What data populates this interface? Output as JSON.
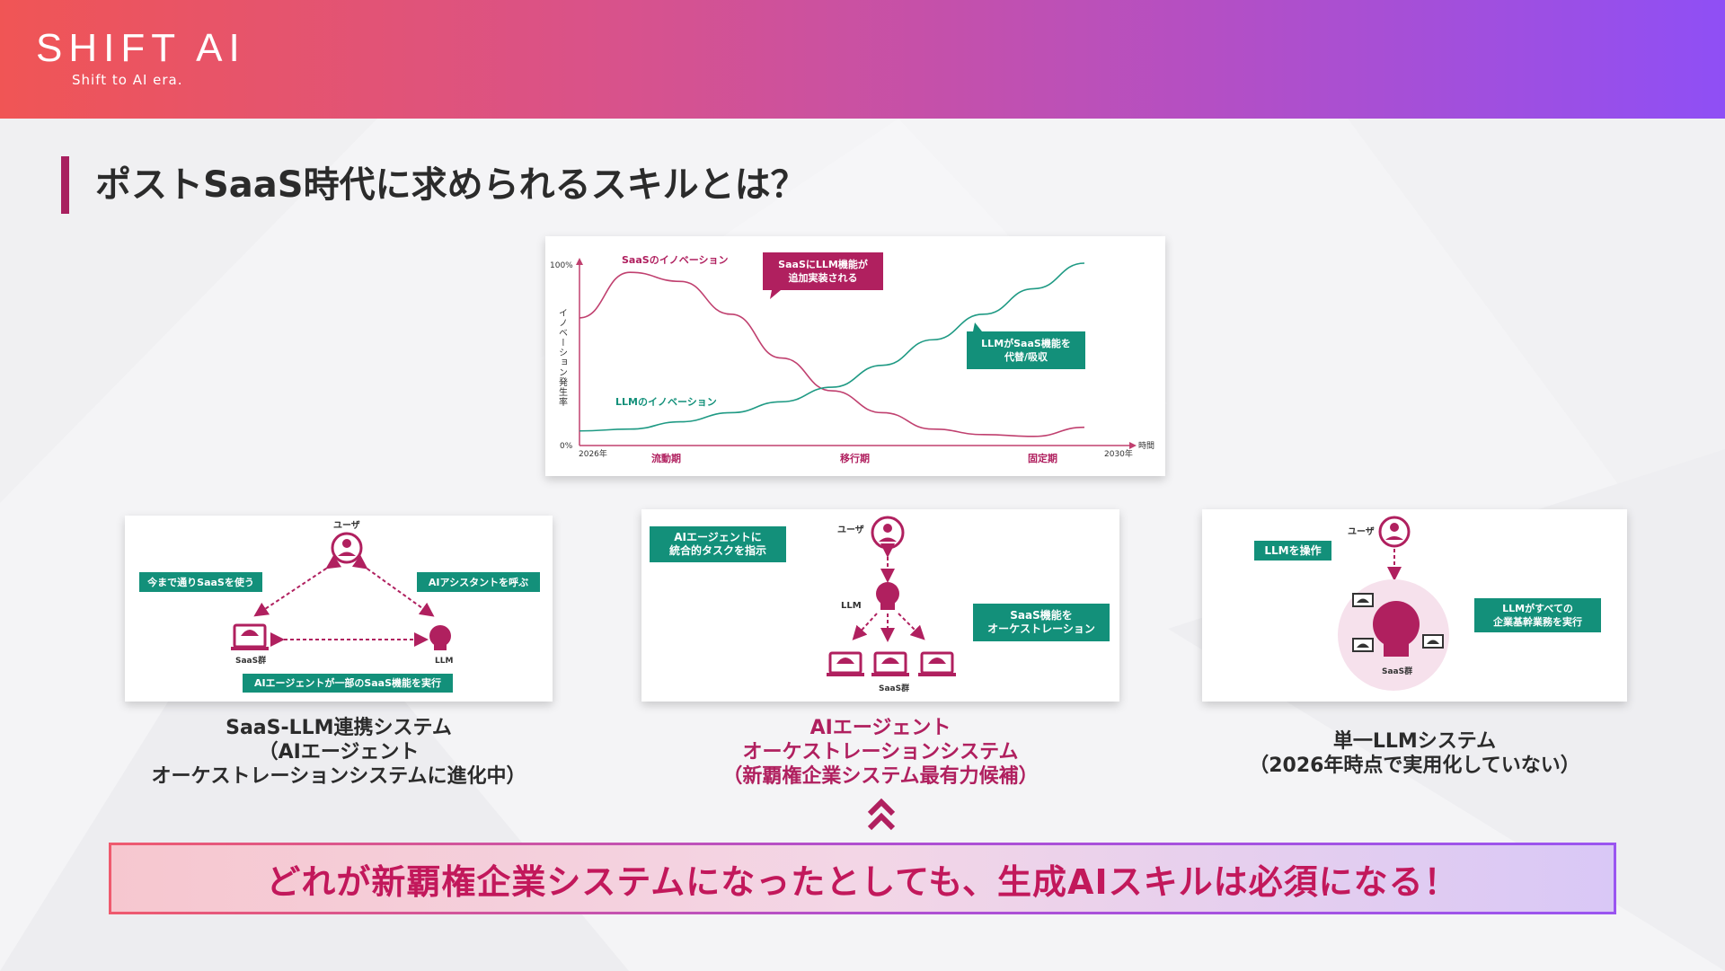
{
  "header": {
    "logo_main": "SHIFT AI",
    "logo_sub": "Shift to AI era."
  },
  "page_title": "ポストSaaS時代に求められるスキルとは？",
  "chart_data": {
    "type": "line",
    "title": "",
    "ylabel": "イノベーション発生率",
    "xlabel": "時間",
    "y_ticks": [
      "100%",
      "0%"
    ],
    "x_start_label": "2026年",
    "x_end_label": "2030年",
    "phases": [
      "流動期",
      "移行期",
      "固定期"
    ],
    "series": [
      {
        "name": "SaaSのイノベーション",
        "x": [
          0,
          0.1,
          0.2,
          0.3,
          0.4,
          0.5,
          0.6,
          0.7,
          0.8,
          0.9,
          1.0
        ],
        "values": [
          70,
          95,
          90,
          72,
          48,
          30,
          18,
          9,
          6,
          5,
          10
        ]
      },
      {
        "name": "LLMのイノベーション",
        "x": [
          0,
          0.1,
          0.2,
          0.3,
          0.4,
          0.5,
          0.6,
          0.7,
          0.8,
          0.9,
          1.0
        ],
        "values": [
          8,
          9,
          13,
          18,
          24,
          32,
          44,
          58,
          72,
          86,
          100
        ]
      }
    ],
    "ylim": [
      0,
      100
    ],
    "callouts": {
      "saas": "SaaSにLLM機能が\n追加実装される",
      "llm": "LLMがSaaS機能を\n代替/吸収"
    }
  },
  "colors": {
    "accent": "#b0205f",
    "green": "#13907a"
  },
  "diagram1": {
    "user": "ユーザ",
    "left_box": "今まで通りSaaSを使う",
    "right_box": "AIアシスタントを呼ぶ",
    "saas_label": "SaaS群",
    "llm_label": "LLM",
    "bottom_box": "AIエージェントが一部のSaaS機能を実行"
  },
  "diagram2": {
    "top_box": "AIエージェントに\n統合的タスクを指示",
    "user": "ユーザ",
    "llm_label": "LLM",
    "right_box": "SaaS機能を\nオーケストレーション",
    "saas_label": "SaaS群"
  },
  "diagram3": {
    "left_box": "LLMを操作",
    "user": "ユーザ",
    "right_box": "LLMがすべての\n企業基幹業務を実行",
    "saas_label": "SaaS群"
  },
  "captions": {
    "c1": [
      "SaaS-LLM連携システム",
      "（AIエージェント",
      "オーケストレーションシステムに進化中）"
    ],
    "c2": [
      "AIエージェント",
      "オーケストレーションシステム",
      "（新覇権企業システム最有力候補）"
    ],
    "c3": [
      "単一LLMシステム",
      "（2026年時点で実用化していない）"
    ]
  },
  "banner": "どれが新覇権企業システムになったとしても、生成AIスキルは必須になる！"
}
